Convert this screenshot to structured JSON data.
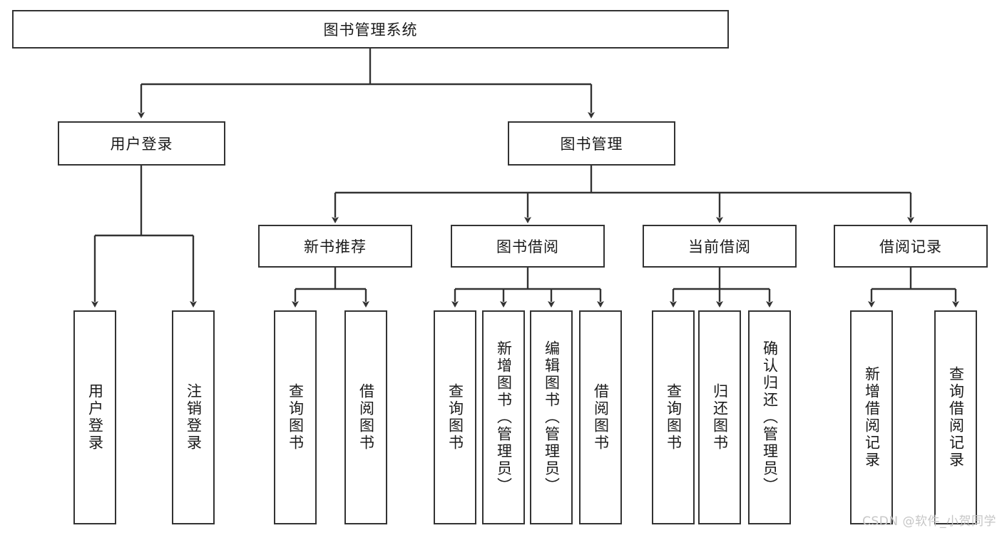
{
  "diagram": {
    "title": "图书管理系统",
    "type": "tree-hierarchy-chart",
    "watermark": "CSDN @软件_小贺同学",
    "colors": {
      "stroke": "#333333",
      "box_fill": "#ffffff",
      "background": "#ffffff",
      "watermark": "#c6c6c6"
    },
    "root": {
      "label": "图书管理系统"
    },
    "level2": [
      {
        "label": "用户登录"
      },
      {
        "label": "图书管理"
      }
    ],
    "level3": [
      {
        "label": "新书推荐"
      },
      {
        "label": "图书借阅"
      },
      {
        "label": "当前借阅"
      },
      {
        "label": "借阅记录"
      }
    ],
    "leaves": {
      "user_login": [
        {
          "label": "用户登录"
        },
        {
          "label": "注销登录"
        }
      ],
      "new_book_recommend": [
        {
          "label": "查询图书"
        },
        {
          "label": "借阅图书"
        }
      ],
      "book_borrow": [
        {
          "label": "查询图书"
        },
        {
          "label": "新增图书（管理员）"
        },
        {
          "label": "编辑图书（管理员）"
        },
        {
          "label": "借阅图书"
        }
      ],
      "current_borrow": [
        {
          "label": "查询图书"
        },
        {
          "label": "归还图书"
        },
        {
          "label": "确认归还（管理员）"
        }
      ],
      "borrow_record": [
        {
          "label": "新增借阅记录"
        },
        {
          "label": "查询借阅记录"
        }
      ]
    }
  }
}
